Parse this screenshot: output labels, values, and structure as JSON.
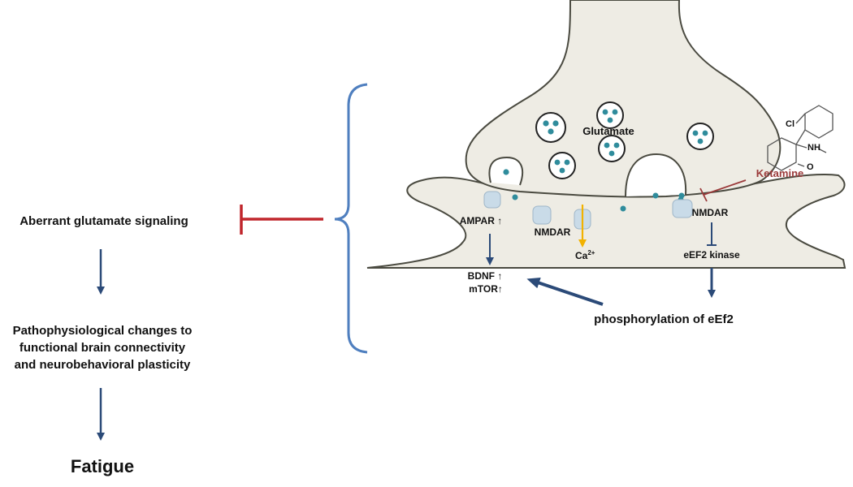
{
  "left_flow": {
    "step1": "Aberrant glutamate signaling",
    "step2_lines": [
      "Pathophysiological changes to",
      "functional brain connectivity",
      "and neurobehavioral plasticity"
    ],
    "step3": "Fatigue"
  },
  "synapse": {
    "glutamate": "Glutamate",
    "ketamine": "Ketamine",
    "ampar": "AMPAR ↑",
    "nmdar_left": "NMDAR",
    "nmdar_right": "NMDAR",
    "calcium_base": "Ca",
    "calcium_sup": "2+",
    "eef2_kinase": "eEF2 kinase",
    "bdnf": "BDNF ↑",
    "mtor": "mTOR↑",
    "phosphorylation": "phosphorylation of eEf2",
    "ketamine_cl": "Cl",
    "ketamine_nh": "NH"
  },
  "colors": {
    "arrow": "#2b4a78",
    "inhibit": "#c0262c",
    "bracket": "#4f7fbf",
    "ketamine": "#9b3a3a",
    "calcium_arrow": "#f2b200",
    "neuron_fill": "#eeece4",
    "neuron_stroke": "#4a4a40",
    "glutamate_dot": "#2f8c9c",
    "receptor": "#c9dbe8"
  }
}
